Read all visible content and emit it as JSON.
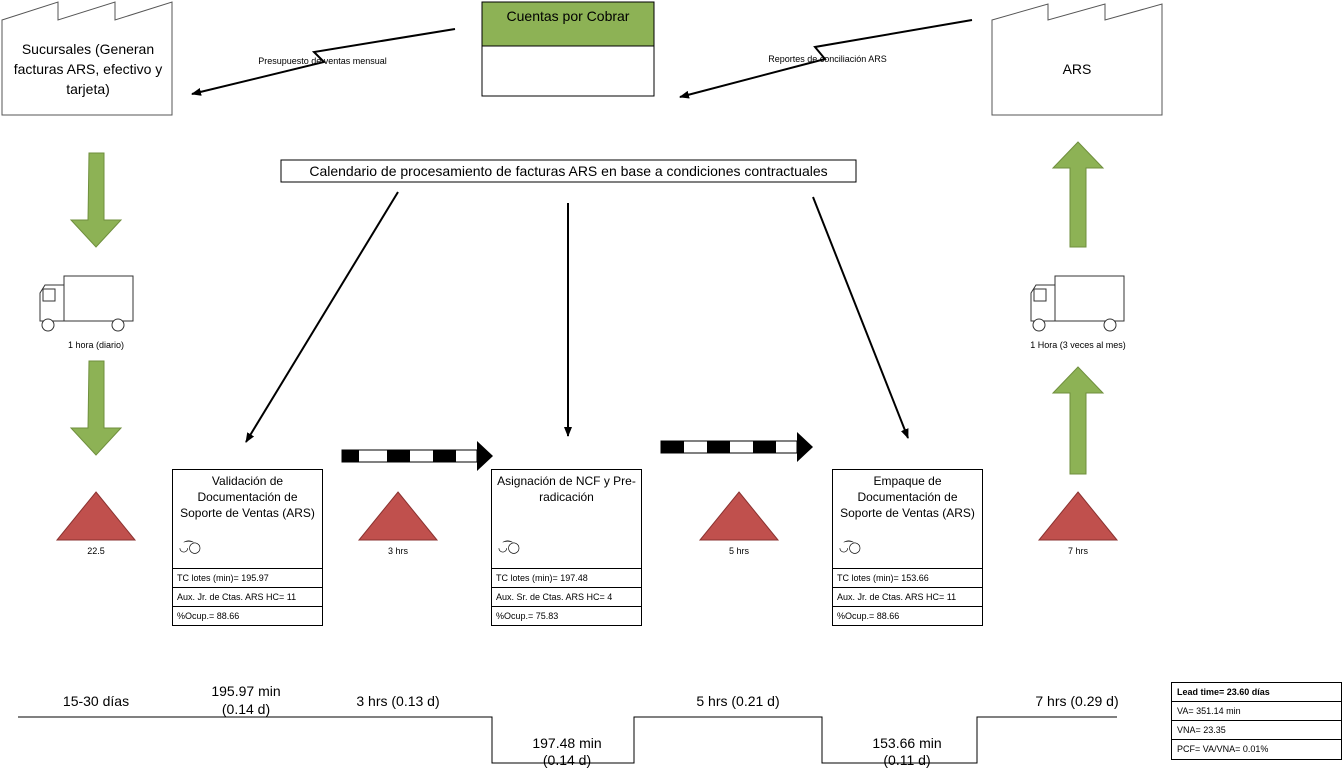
{
  "suppliers": {
    "left_factory": "Sucursales (Generan facturas ARS, efectivo y tarjeta)",
    "control": "Cuentas por Cobrar",
    "right_factory": "ARS"
  },
  "info_flows": {
    "left": "Presupuesto de ventas mensual",
    "right": "Reportes de conciliación ARS",
    "schedule": "Calendario de procesamiento de facturas ARS en base a condiciones contractuales"
  },
  "shipments": {
    "left": "1 hora (diario)",
    "right": "1 Hora (3 veces al mes)"
  },
  "inventories": [
    "22.5",
    "3 hrs",
    "5 hrs",
    "7 hrs"
  ],
  "processes": [
    {
      "title": "Validación de Documentación de Soporte de Ventas (ARS)",
      "tc": "TC lotes (min)= 195.97",
      "staff": "Aux. Jr. de Ctas. ARS HC= 11",
      "ocup": "%Ocup.= 88.66"
    },
    {
      "title": "Asignación de NCF y Pre-radicación",
      "tc": "TC lotes (min)= 197.48",
      "staff": "Aux. Sr. de Ctas. ARS HC= 4",
      "ocup": "%Ocup.= 75.83"
    },
    {
      "title": "Empaque de Documentación de Soporte de Ventas (ARS)",
      "tc": "TC lotes (min)= 153.66",
      "staff": "Aux. Jr. de Ctas. ARS HC= 11",
      "ocup": "%Ocup.= 88.66"
    }
  ],
  "timeline": {
    "wait1": "15-30 días",
    "proc1_a": "195.97 min",
    "proc1_b": "(0.14 d)",
    "wait2": "3 hrs (0.13 d)",
    "proc2_a": "197.48 min",
    "proc2_b": "(0.14 d)",
    "wait3": "5 hrs (0.21 d)",
    "proc3_a": "153.66 min",
    "proc3_b": "(0.11 d)",
    "wait4": "7 hrs (0.29 d)"
  },
  "summary": {
    "lead_time": "Lead time= 23.60 días",
    "va": "VA= 351.14 min",
    "vna": "VNA= 23.35",
    "pcf": "PCF= VA/VNA= 0.01%"
  },
  "colors": {
    "green_arrow": "#8db255",
    "green_header": "#8db255",
    "inventory_triangle": "#c0504d"
  },
  "icons": [
    "factory-icon",
    "truck-icon",
    "push-arrow-icon",
    "inventory-triangle-icon",
    "operator-icon",
    "green-arrow-icon"
  ]
}
